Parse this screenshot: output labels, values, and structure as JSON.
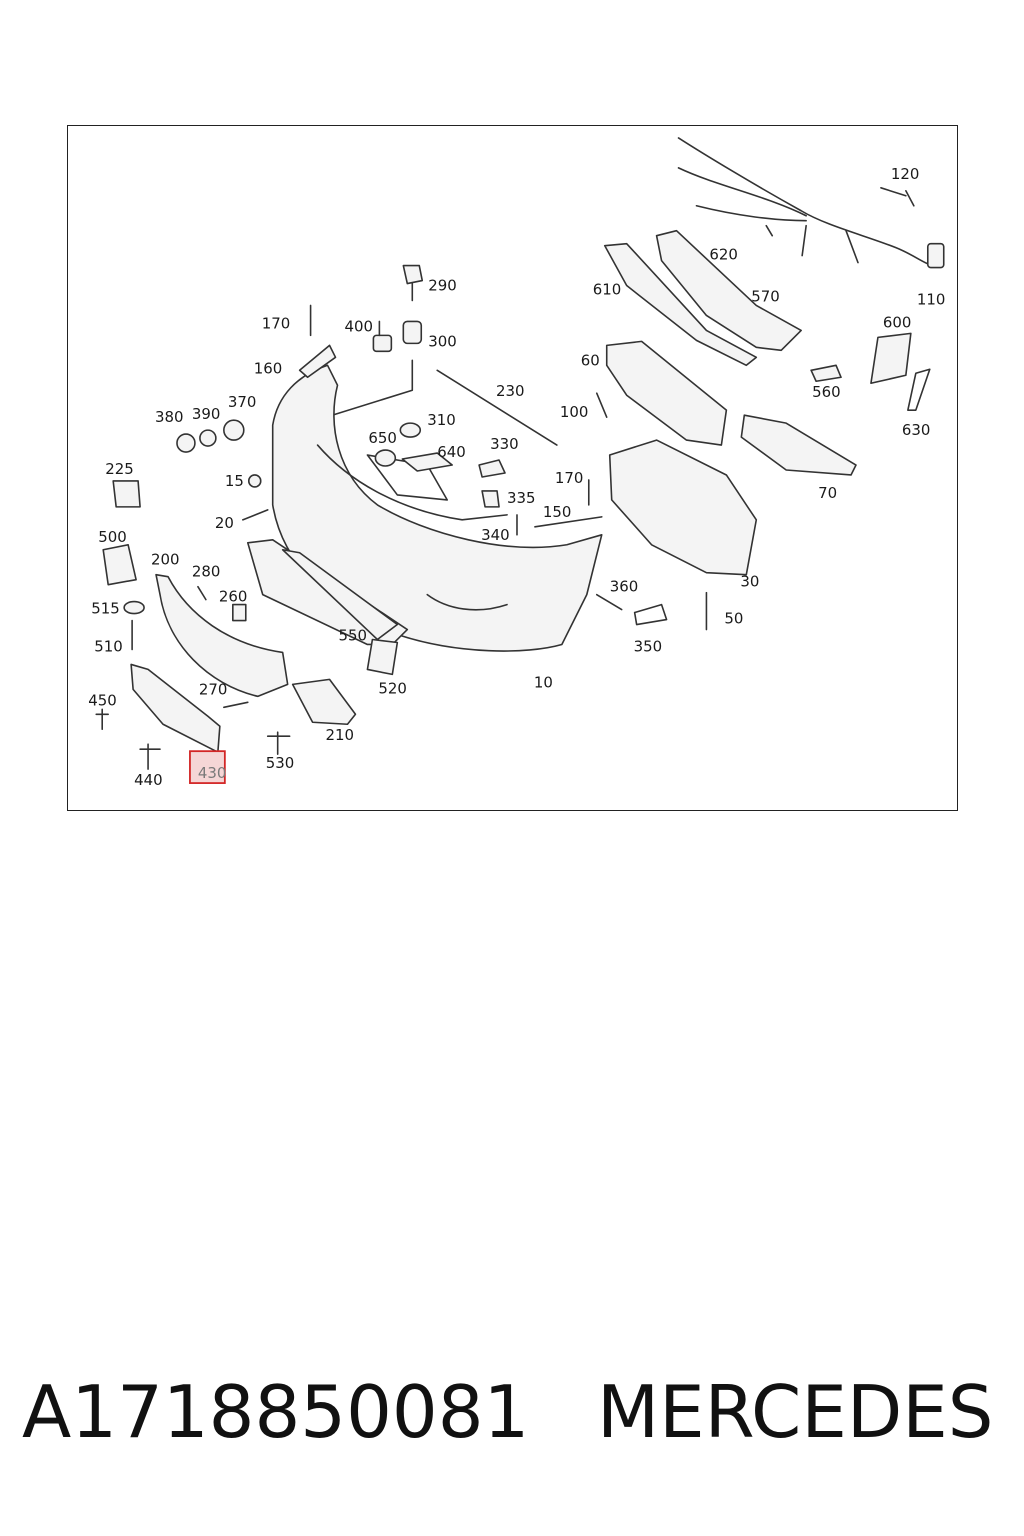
{
  "diagram": {
    "labels": [
      "10",
      "15",
      "20",
      "30",
      "50",
      "60",
      "70",
      "100",
      "110",
      "120",
      "150",
      "160",
      "170",
      "170",
      "200",
      "210",
      "225",
      "230",
      "260",
      "270",
      "280",
      "290",
      "300",
      "310",
      "330",
      "335",
      "340",
      "350",
      "360",
      "370",
      "380",
      "390",
      "400",
      "430",
      "440",
      "450",
      "500",
      "510",
      "515",
      "520",
      "530",
      "550",
      "560",
      "570",
      "600",
      "610",
      "620",
      "630",
      "640",
      "650"
    ],
    "highlighted": "430",
    "highlight_color": "#d32626"
  },
  "caption": {
    "part_number": "A1718850081",
    "brand": "MERCEDES"
  }
}
